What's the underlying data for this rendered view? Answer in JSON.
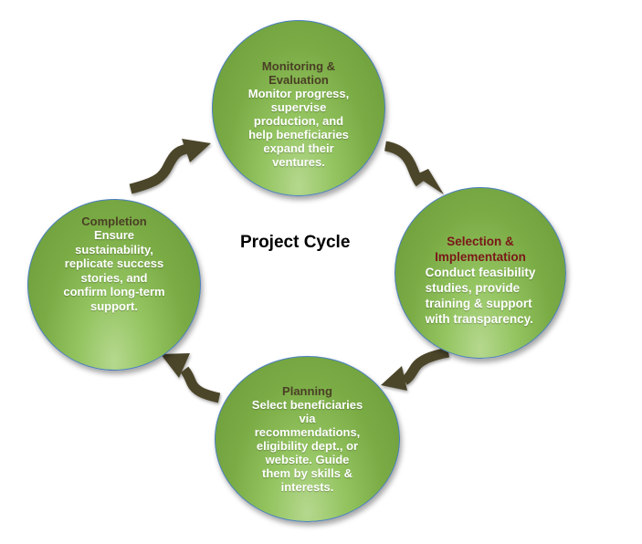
{
  "diagram": {
    "title": "Project Cycle",
    "colors": {
      "node_fill": "#7aab45",
      "node_border": "#4a7fc0",
      "arrow": "#4b4529",
      "title_default": "#4a3f25",
      "title_highlight": "#7a1818",
      "desc_text": "#ffffff"
    },
    "nodes": [
      {
        "id": "monitoring",
        "position": "top",
        "title_lines": [
          "Monitoring &",
          "Evaluation"
        ],
        "desc_lines": [
          "Monitor progress,",
          "supervise",
          "production, and",
          "help beneficiaries",
          "expand their",
          "ventures."
        ]
      },
      {
        "id": "selection",
        "position": "right",
        "title_lines": [
          "Selection &",
          "Implementation"
        ],
        "desc_lines": [
          "Conduct feasibility",
          "studies, provide",
          "training & support",
          "with transparency."
        ]
      },
      {
        "id": "planning",
        "position": "bottom",
        "title_lines": [
          "Planning"
        ],
        "desc_lines": [
          "Select beneficiaries",
          "via",
          "recommendations,",
          "eligibility dept., or",
          "website. Guide",
          "them by skills &",
          "interests."
        ]
      },
      {
        "id": "completion",
        "position": "left",
        "title_lines": [
          "Completion"
        ],
        "desc_lines": [
          "Ensure",
          "sustainability,",
          "replicate success",
          "stories, and",
          "confirm long-term",
          "support."
        ]
      }
    ],
    "arrows": [
      {
        "from": "completion",
        "to": "monitoring",
        "direction": "clockwise"
      },
      {
        "from": "monitoring",
        "to": "selection",
        "direction": "clockwise"
      },
      {
        "from": "selection",
        "to": "planning",
        "direction": "clockwise"
      },
      {
        "from": "planning",
        "to": "completion",
        "direction": "clockwise"
      }
    ]
  }
}
